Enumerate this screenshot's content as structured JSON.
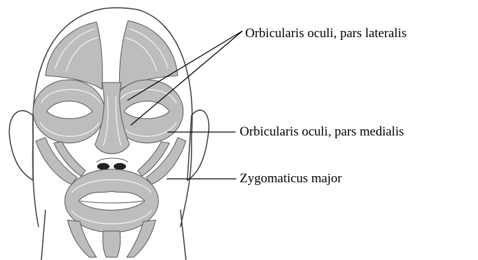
{
  "labels": {
    "lateralis": "Orbicularis oculi, pars lateralis",
    "medialis": "Orbicularis oculi, pars medialis",
    "zygomaticus": "Zygomaticus major"
  },
  "colors": {
    "muscle": "#bdbdbd",
    "outline": "#444444",
    "background": "#ffffff"
  }
}
